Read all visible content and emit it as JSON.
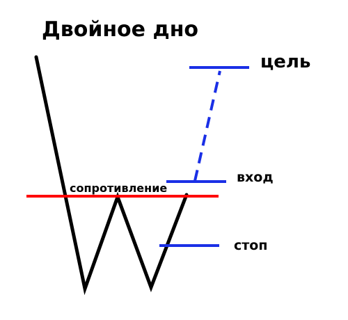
{
  "diagram": {
    "title": "Двойное дно",
    "labels": {
      "target": "цель",
      "entry": "вход",
      "resistance": "сопротивление",
      "stop": "стоп"
    },
    "colors": {
      "price_line": "#000000",
      "resistance_line": "#ff0000",
      "levels": "#1a2fe6",
      "projection": "#1a2fe6"
    }
  }
}
